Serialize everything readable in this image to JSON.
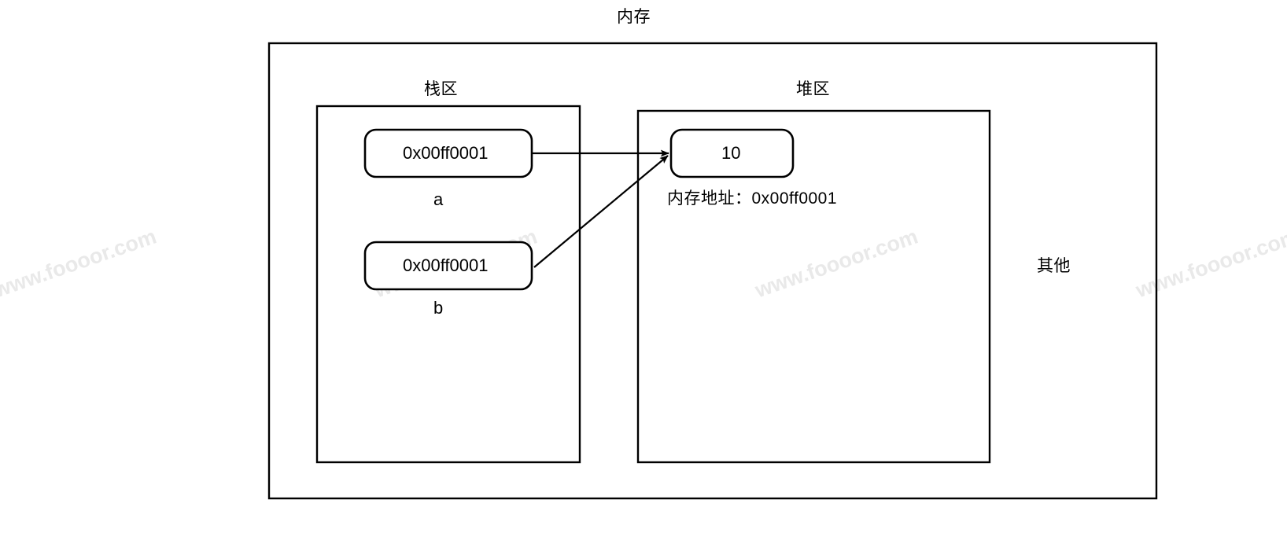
{
  "diagram": {
    "title": "内存",
    "sections": {
      "stack": {
        "label": "栈区"
      },
      "heap": {
        "label": "堆区"
      },
      "other": {
        "label": "其他"
      }
    },
    "stack_slots": [
      {
        "value": "0x00ff0001",
        "name": "a"
      },
      {
        "value": "0x00ff0001",
        "name": "b"
      }
    ],
    "heap_object": {
      "value": "10",
      "address_note": "内存地址：0x00ff0001"
    },
    "arrows": [
      {
        "from": "a",
        "to": "heap-object"
      },
      {
        "from": "b",
        "to": "heap-object"
      }
    ],
    "colors": {
      "stroke": "#000000",
      "background": "#ffffff",
      "watermark": "#e9e9e9"
    },
    "watermark_text": "www.foooor.com"
  }
}
